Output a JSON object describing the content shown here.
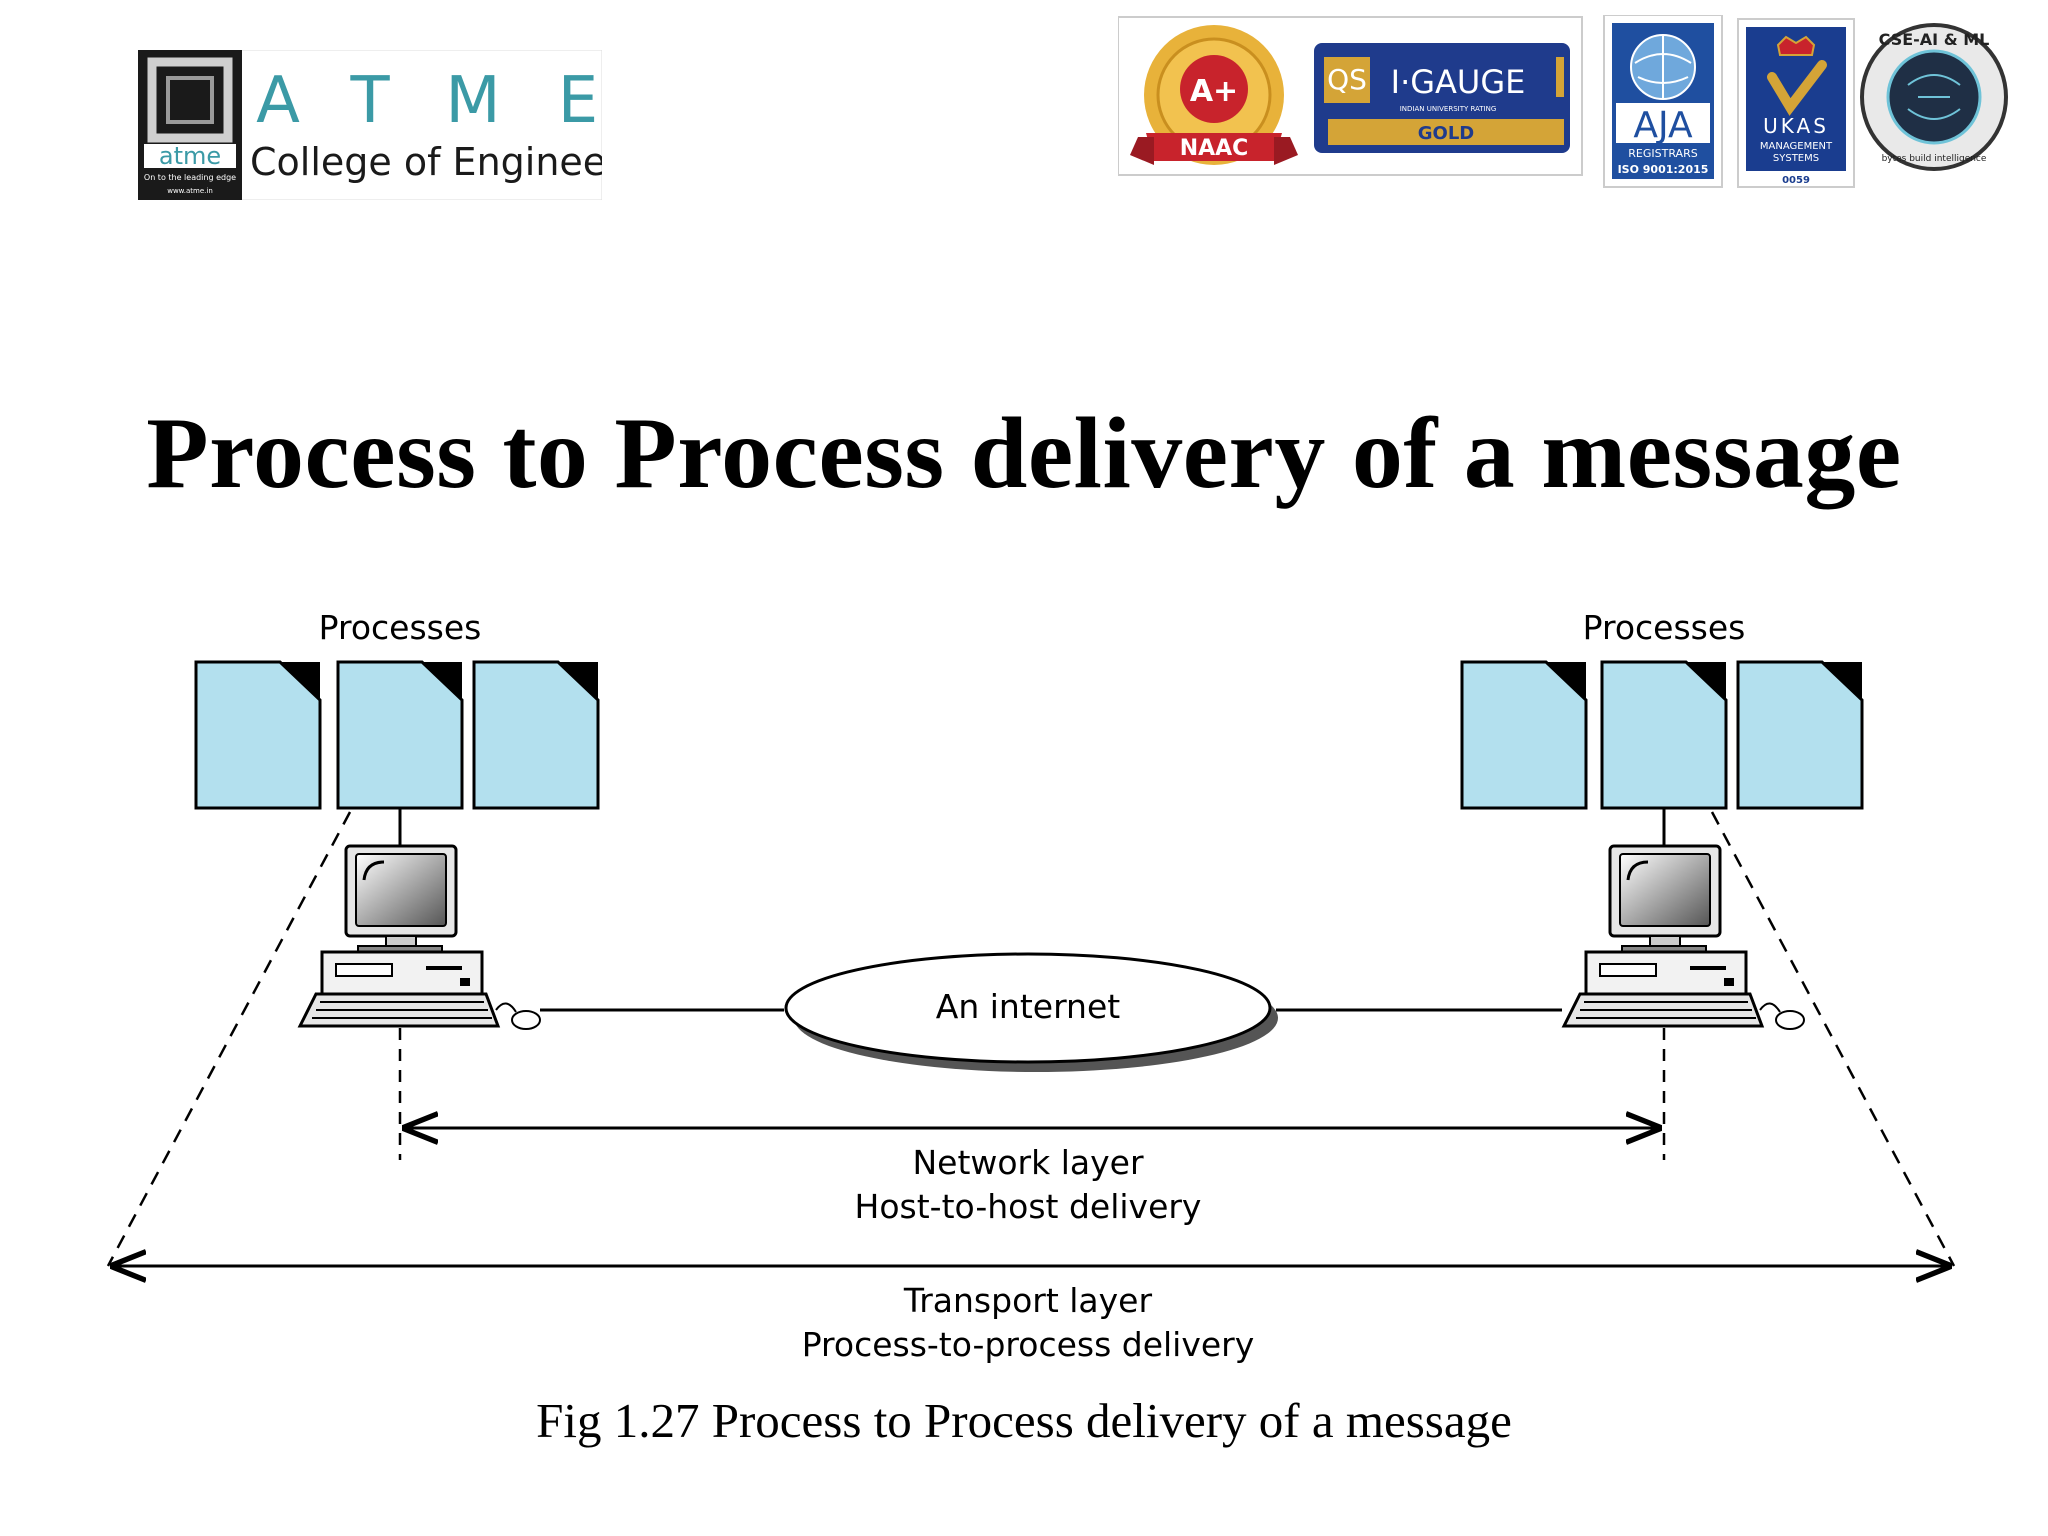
{
  "header": {
    "college_logo": {
      "logo_letters": [
        "A",
        "T",
        "M",
        "E"
      ],
      "logo_mark_text": "atme",
      "logo_tagline": "On to the leading edge",
      "logo_url": "www.atme.in",
      "college_name": "College of Engineering"
    },
    "badges": {
      "naac": {
        "grade": "A+",
        "label": "NAAC"
      },
      "qs": {
        "brand": "QS",
        "name": "I·GAUGE",
        "subtitle": "INDIAN UNIVERSITY RATING",
        "level": "GOLD"
      },
      "aja": {
        "name": "AJA",
        "line1": "REGISTRARS",
        "line2": "ISO 9001:2015"
      },
      "ukas": {
        "name": "UKAS",
        "line1": "MANAGEMENT",
        "line2": "SYSTEMS",
        "code": "0059"
      },
      "cse": {
        "ring_text": "CSE-AI & ML",
        "inner_text": "bytes build intelligence"
      }
    }
  },
  "slide": {
    "title": "Process to Process delivery of a message",
    "caption": "Fig 1.27 Process to Process delivery of a message"
  },
  "diagram": {
    "left_processes_label": "Processes",
    "right_processes_label": "Processes",
    "internet_label": "An internet",
    "network_layer_line1": "Network layer",
    "network_layer_line2": "Host-to-host delivery",
    "transport_layer_line1": "Transport layer",
    "transport_layer_line2": "Process-to-process delivery"
  },
  "colors": {
    "process_fill": "#b3e0ee",
    "line": "#000000",
    "logo_teal": "#3b9aa6",
    "qs_blue": "#1f3b8c",
    "gold": "#d4a437",
    "naac_red": "#c8232c",
    "ukas_blue": "#1a3d8f"
  }
}
